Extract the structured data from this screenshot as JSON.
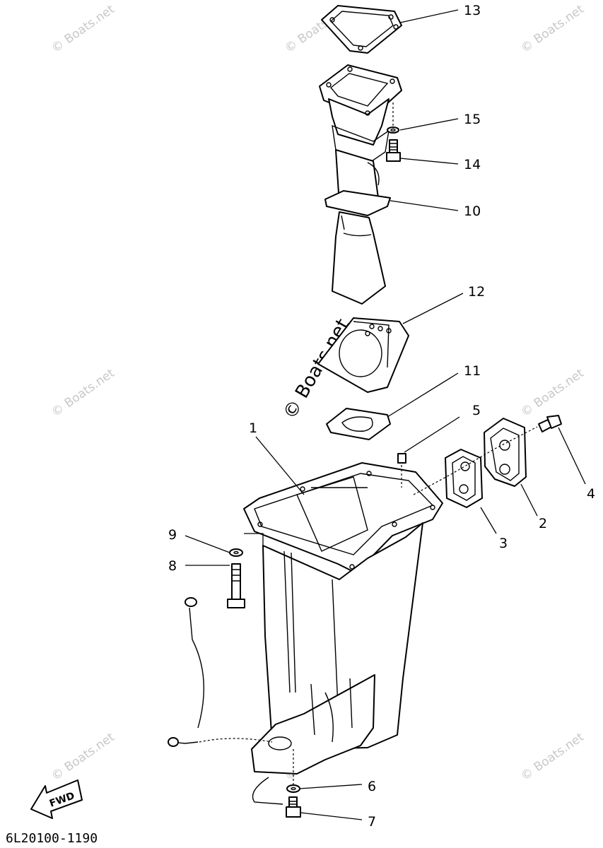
{
  "diagram": {
    "drawing_code": "6L20100-1190",
    "direction_label": "FWD",
    "watermark": "© Boats.net",
    "callouts": [
      {
        "id": "13",
        "label": "13"
      },
      {
        "id": "15",
        "label": "15"
      },
      {
        "id": "14",
        "label": "14"
      },
      {
        "id": "10",
        "label": "10"
      },
      {
        "id": "12",
        "label": "12"
      },
      {
        "id": "11",
        "label": "11"
      },
      {
        "id": "5",
        "label": "5"
      },
      {
        "id": "1",
        "label": "1"
      },
      {
        "id": "4",
        "label": "4"
      },
      {
        "id": "2",
        "label": "2"
      },
      {
        "id": "3",
        "label": "3"
      },
      {
        "id": "9",
        "label": "9"
      },
      {
        "id": "8",
        "label": "8"
      },
      {
        "id": "6",
        "label": "6"
      },
      {
        "id": "7",
        "label": "7"
      }
    ]
  }
}
